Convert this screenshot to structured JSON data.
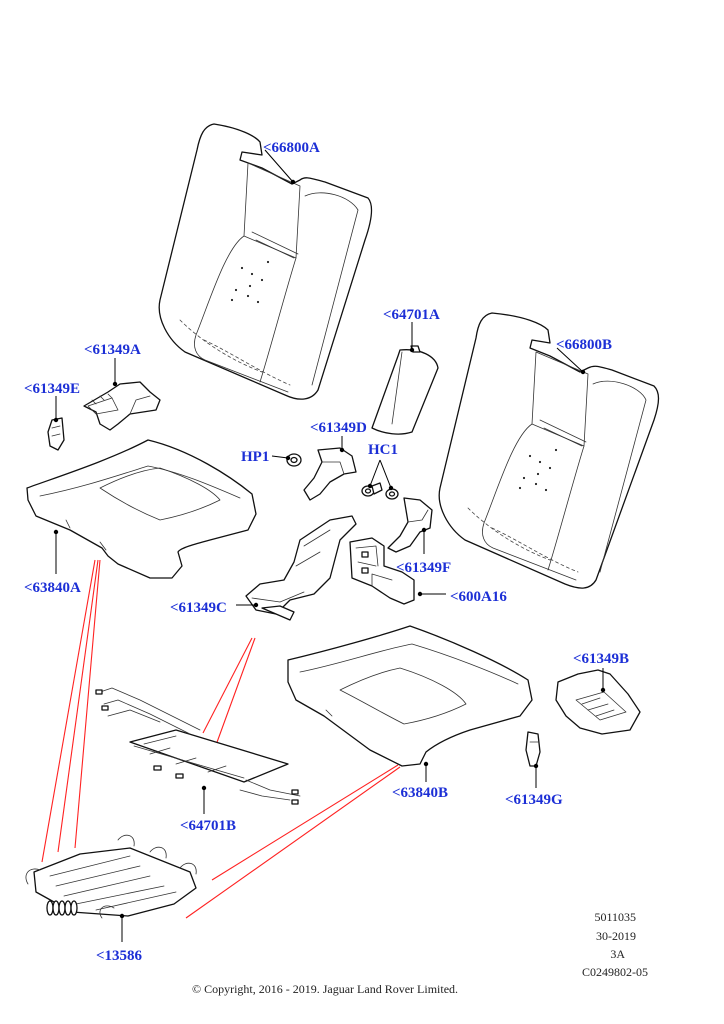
{
  "callouts": {
    "c66800A": "<66800A",
    "c64701A": "<64701A",
    "c66800B": "<66800B",
    "c61349A": "<61349A",
    "c61349E": "<61349E",
    "c61349D": "<61349D",
    "cHP1": "HP1",
    "cHC1": "HC1",
    "c61349F": "<61349F",
    "c63840A": "<63840A",
    "c61349C": "<61349C",
    "c600A16": "<600A16",
    "c61349B": "<61349B",
    "c64701B": "<64701B",
    "c63840B": "<63840B",
    "c61349G": "<61349G",
    "c13586": "<13586"
  },
  "reference": {
    "line1": "5011035",
    "line2": "30-2019",
    "line3": "3A",
    "line4": "C0249802-05"
  },
  "copyright": "© Copyright, 2016 - 2019. Jaguar Land Rover Limited.",
  "colors": {
    "callout_text": "#1c2fd6",
    "leader_red": "#ff2222",
    "line_art": "#111111",
    "background": "#ffffff"
  }
}
